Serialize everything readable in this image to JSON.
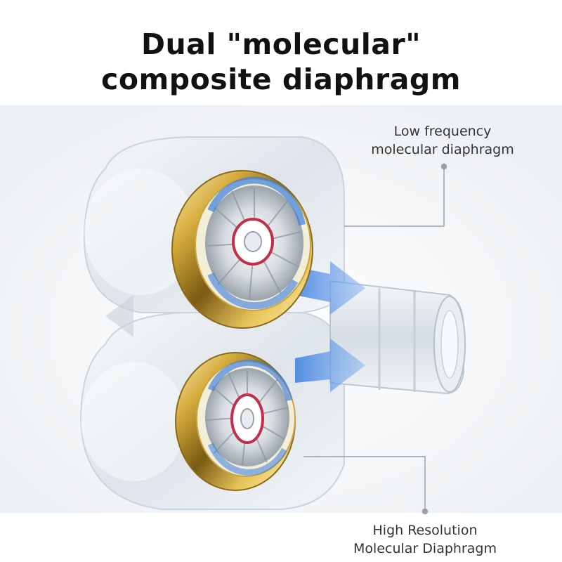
{
  "title": {
    "line1": "Dual \"molecular\"",
    "line2": "composite diaphragm"
  },
  "callouts": {
    "top": {
      "line1": "Low frequency",
      "line2": "molecular diaphragm"
    },
    "bottom": {
      "line1": "High Resolution",
      "line2": "Molecular Diaphragm"
    }
  },
  "colors": {
    "gold": "#d4a93a",
    "flow_arrow": "#3b7de0",
    "coil": "#c0304a",
    "shell": "#e4eaf0",
    "leader_line": "#9aa0a6"
  }
}
